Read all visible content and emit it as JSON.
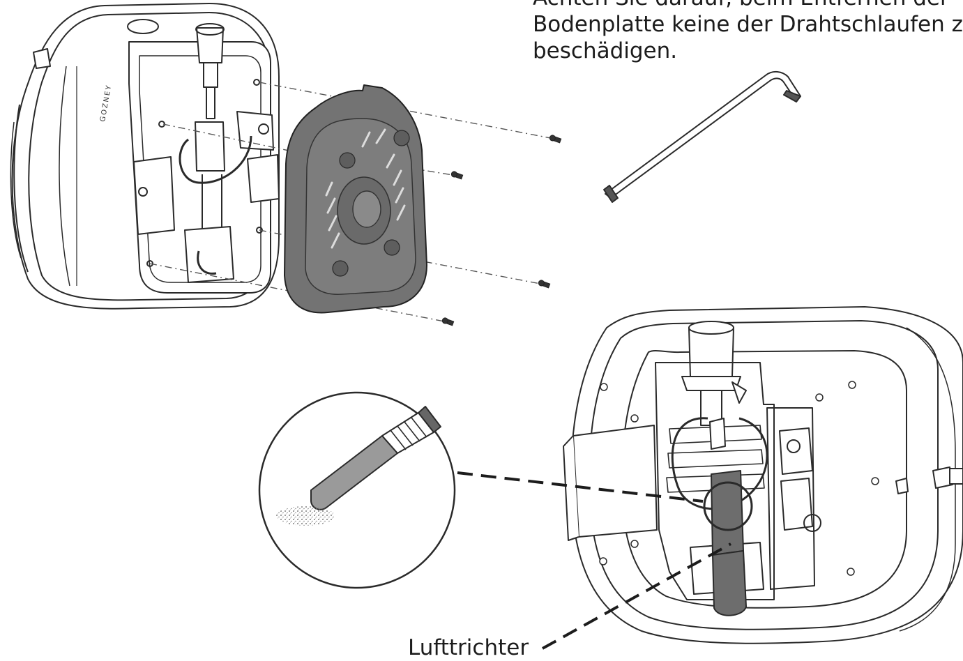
{
  "caption": {
    "line1": "Achten Sie darauf, beim Entfernen der",
    "line2": "Bodenplatte keine der Drahtschlaufen zu",
    "line3": "beschädigen."
  },
  "housing_brand": "GOZNEY",
  "labels": {
    "funnel": "Lufttrichter"
  },
  "colors": {
    "line": "#2a2a2a",
    "plate_fill": "#737373",
    "background": "#ffffff"
  }
}
